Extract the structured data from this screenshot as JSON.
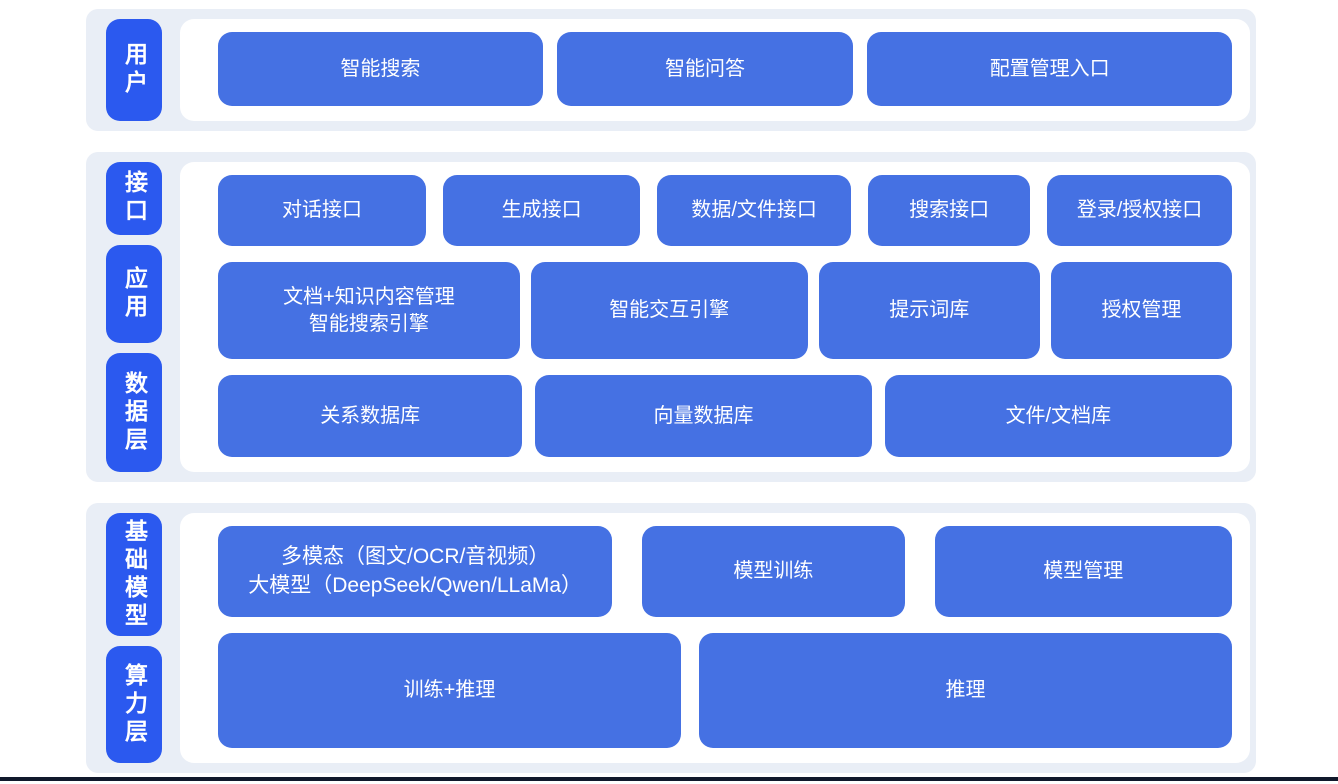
{
  "colors": {
    "band_bg": "#e9eef6",
    "panel_bg": "#ffffff",
    "pill_blue": "#2b59ef",
    "box_blue": "#4571e3",
    "text": "#ffffff",
    "bottom_line": "#10182b"
  },
  "bands": [
    {
      "sections": [
        {
          "label": "用户",
          "row": {
            "boxes": [
              {
                "label": "智能搜索"
              },
              {
                "label": "智能问答"
              },
              {
                "label": "配置管理入口"
              }
            ]
          }
        }
      ]
    },
    {
      "sections": [
        {
          "label": "接口",
          "row": {
            "boxes": [
              {
                "label": "对话接口"
              },
              {
                "label": "生成接口"
              },
              {
                "label": "数据/文件接口"
              },
              {
                "label": "搜索接口"
              },
              {
                "label": "登录/授权接口"
              }
            ]
          }
        },
        {
          "label": "应用",
          "row": {
            "boxes": [
              {
                "label": "文档+知识内容管理\n智能搜索引擎"
              },
              {
                "label": "智能交互引擎"
              },
              {
                "label": "提示词库"
              },
              {
                "label": "授权管理"
              }
            ]
          }
        },
        {
          "label": "数据层",
          "row": {
            "boxes": [
              {
                "label": "关系数据库"
              },
              {
                "label": "向量数据库"
              },
              {
                "label": "文件/文档库"
              }
            ]
          }
        }
      ]
    },
    {
      "sections": [
        {
          "label": "基础模型",
          "row": {
            "boxes": [
              {
                "label": "多模态（图文/OCR/音视频）\n大模型（DeepSeek/Qwen/LLaMa）"
              },
              {
                "label": "模型训练"
              },
              {
                "label": "模型管理"
              }
            ]
          }
        },
        {
          "label": "算力层",
          "row": {
            "boxes": [
              {
                "label": "训练+推理"
              },
              {
                "label": "推理"
              }
            ]
          }
        }
      ]
    }
  ]
}
